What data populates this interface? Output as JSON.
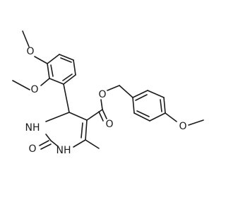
{
  "molecule": {
    "atom_labels": {
      "o_methoxy_top": "O",
      "o_methoxy_mid": "O",
      "nh_upper": "NH",
      "o_carbonyl": "O",
      "nh_lower": "NH",
      "o_ester_carbonyl": "O",
      "o_ester": "O",
      "o_methoxy_right": "O"
    }
  }
}
